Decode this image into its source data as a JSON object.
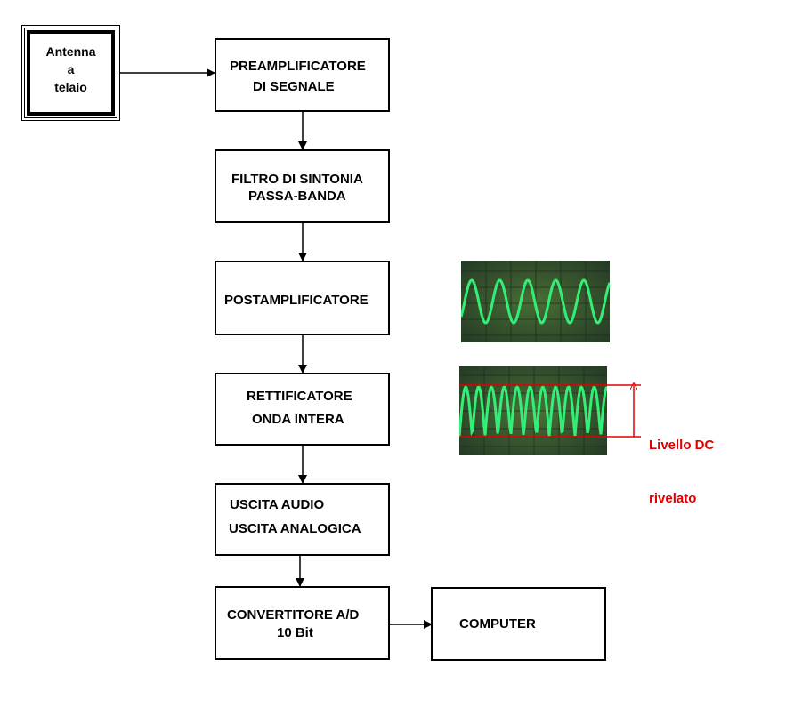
{
  "antenna": {
    "line1": "Antenna",
    "line2": "a",
    "line3": "telaio"
  },
  "blocks": {
    "preamp": {
      "line1": "PREAMPLIFICATORE",
      "line2": "DI SEGNALE"
    },
    "filter": {
      "line1": "FILTRO DI SINTONIA",
      "line2": "PASSA-BANDA"
    },
    "postamp": {
      "line1": "POSTAMPLIFICATORE"
    },
    "rectifier": {
      "line1": "RETTIFICATORE",
      "line2": "ONDA  INTERA"
    },
    "output": {
      "line1": "USCITA AUDIO",
      "line2": "USCITA  ANALOGICA"
    },
    "adc": {
      "line1": "CONVERTITORE A/D",
      "line2": "10 Bit"
    },
    "computer": {
      "line1": "COMPUTER"
    }
  },
  "dc_level": {
    "line1": "Livello DC",
    "line2": "rivelato"
  },
  "colors": {
    "scope_bg": "#2d4a2b",
    "trace": "#33ee77",
    "annotation": "#e00000"
  }
}
